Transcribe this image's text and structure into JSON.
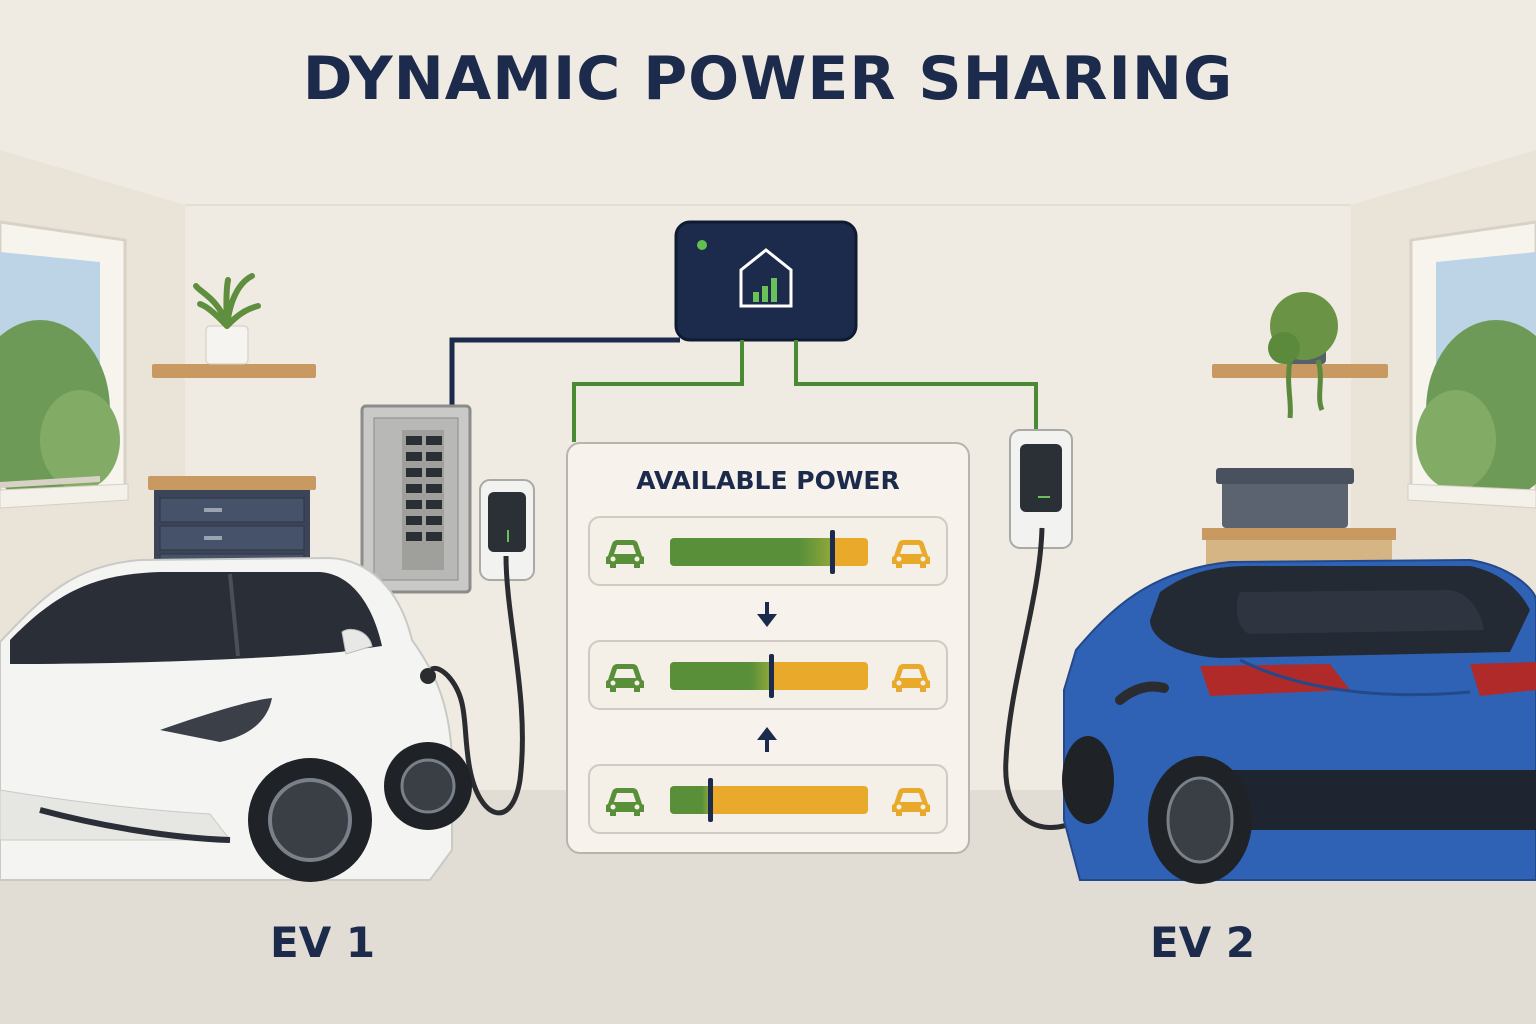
{
  "title": "DYNAMIC POWER SHARING",
  "panel": {
    "title": "AVAILABLE POWER",
    "rows": [
      {
        "ev1_share": 0.82
      },
      {
        "ev1_share": 0.51
      },
      {
        "ev1_share": 0.2
      }
    ]
  },
  "labels": {
    "ev1": "EV 1",
    "ev2": "EV 2"
  },
  "colors": {
    "navy": "#1c2a4c",
    "green": "#5a8f3a",
    "amber": "#e9a92a",
    "ev1_body": "#f4f4f2",
    "ev2_body": "#2f62b4",
    "wall": "#efe9df",
    "floor": "#e2ddd4"
  }
}
